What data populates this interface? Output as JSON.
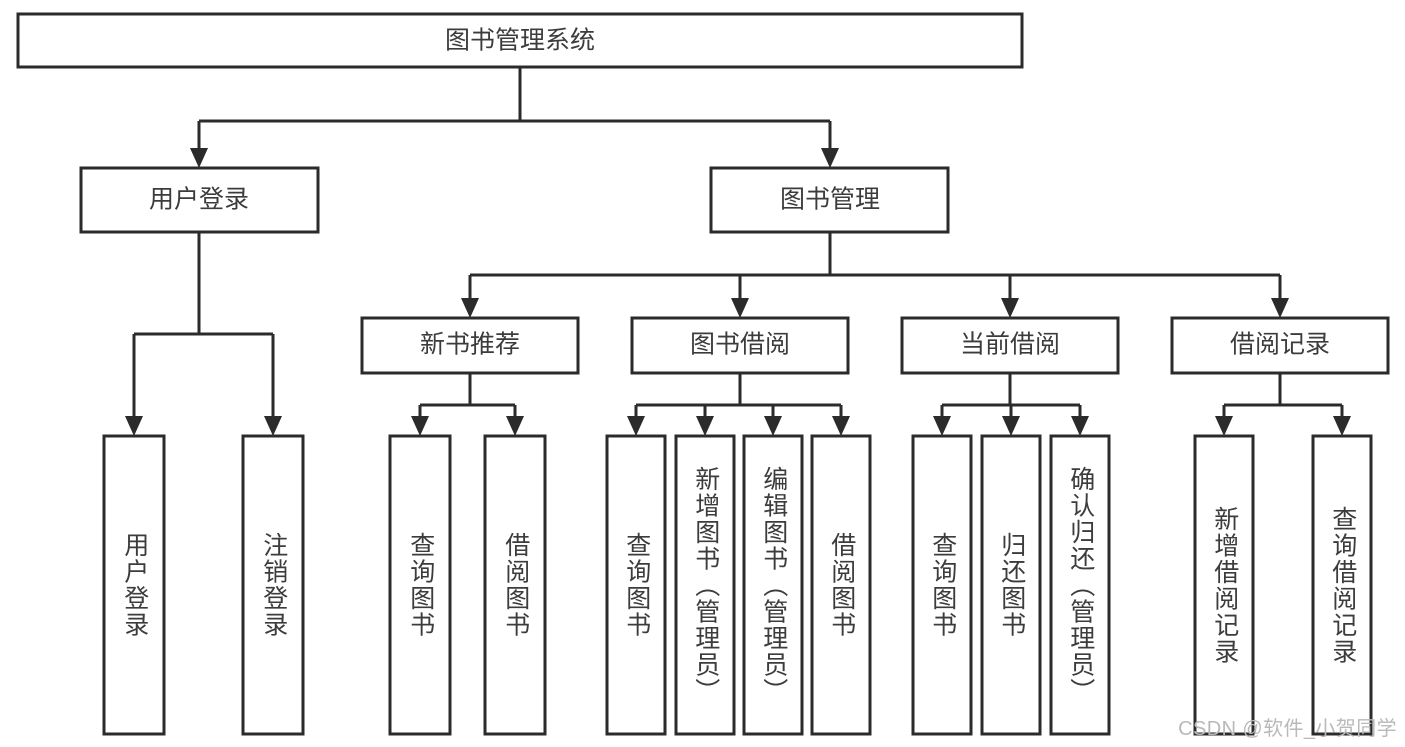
{
  "diagram": {
    "title": "图书管理系统",
    "type": "tree",
    "colors": {
      "node_fill": "#ffffff",
      "node_stroke": "#2b2b2b",
      "text": "#3c3c3c",
      "connector": "#2b2b2b",
      "watermark": "#b9b9b9",
      "background": "#ffffff"
    },
    "levels": {
      "root": {
        "label": "图书管理系统"
      },
      "level2": [
        {
          "label": "用户登录"
        },
        {
          "label": "图书管理"
        }
      ],
      "level3": [
        {
          "label": "新书推荐"
        },
        {
          "label": "图书借阅"
        },
        {
          "label": "当前借阅"
        },
        {
          "label": "借阅记录"
        }
      ],
      "leaves": {
        "user_login": [
          {
            "label": "用户登录"
          },
          {
            "label": "注销登录"
          }
        ],
        "new_book_recommend": [
          {
            "label": "查询图书"
          },
          {
            "label": "借阅图书"
          }
        ],
        "book_borrow": [
          {
            "label": "查询图书"
          },
          {
            "label": "新增图书（管理员）"
          },
          {
            "label": "编辑图书（管理员）"
          },
          {
            "label": "借阅图书"
          }
        ],
        "current_borrow": [
          {
            "label": "查询图书"
          },
          {
            "label": "归还图书"
          },
          {
            "label": "确认归还（管理员）"
          }
        ],
        "borrow_record": [
          {
            "label": "新增借阅记录"
          },
          {
            "label": "查询借阅记录"
          }
        ]
      }
    }
  },
  "watermark": {
    "text": "CSDN @软件_小贺同学"
  }
}
